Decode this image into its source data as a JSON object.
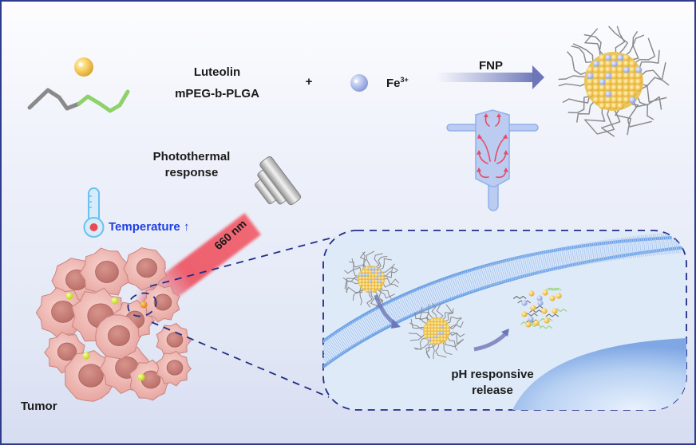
{
  "labels": {
    "luteolin": "Luteolin",
    "polymer": "mPEG-b-PLGA",
    "plus": "+",
    "iron_base": "Fe",
    "iron_charge": "3+",
    "process": "FNP",
    "photothermal_line1": "Photothermal",
    "photothermal_line2": "response",
    "temperature": "Temperature",
    "temperature_arrow": "↑",
    "wavelength": "660 nm",
    "tumor": "Tumor",
    "release_line1": "pH responsive",
    "release_line2": "release"
  },
  "colors": {
    "frame_border": "#2e3a8c",
    "temperature_text": "#1f3fe0",
    "laser_beam": "#e8394a",
    "luteolin_particle": "#f5c95a",
    "iron_particle": "#a9b8e6",
    "peg_chain": "#8a8a8a",
    "plga_chain": "#8fd16a",
    "mixer_body": "#bccbf0",
    "mixer_flow": "#e84a64",
    "membrane": "#6fa3e6",
    "dashed_callout": "#1f2f86",
    "tumor_cell": "#e9a6a2"
  }
}
